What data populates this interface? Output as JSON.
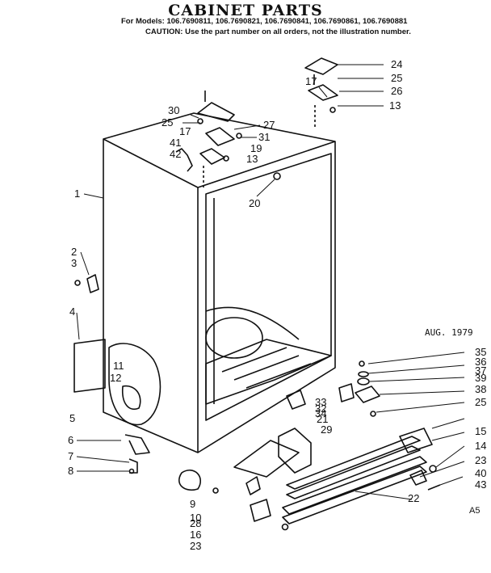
{
  "header": {
    "title": "CABINET PARTS",
    "models_line": "For Models: 106.7690811, 106.7690821, 106.7690841, 106.7690861, 106.7690881",
    "caution_line": "CAUTION: Use the part number on all orders, not the illustration number."
  },
  "date_stamp": "AUG. 1979",
  "diagram_code": "A5",
  "callouts": [
    {
      "id": "c1",
      "text": "1"
    },
    {
      "id": "c2",
      "text": "2"
    },
    {
      "id": "c3",
      "text": "3"
    },
    {
      "id": "c4",
      "text": "4"
    },
    {
      "id": "c5",
      "text": "5"
    },
    {
      "id": "c6",
      "text": "6"
    },
    {
      "id": "c7",
      "text": "7"
    },
    {
      "id": "c8",
      "text": "8"
    },
    {
      "id": "c9",
      "text": "9"
    },
    {
      "id": "c10",
      "text": "10"
    },
    {
      "id": "c11",
      "text": "11"
    },
    {
      "id": "c12",
      "text": "12"
    },
    {
      "id": "c13a",
      "text": "13"
    },
    {
      "id": "c13b",
      "text": "13"
    },
    {
      "id": "c14",
      "text": "14"
    },
    {
      "id": "c15",
      "text": "15"
    },
    {
      "id": "c16",
      "text": "16"
    },
    {
      "id": "c17a",
      "text": "17"
    },
    {
      "id": "c17b",
      "text": "17"
    },
    {
      "id": "c19",
      "text": "19"
    },
    {
      "id": "c20",
      "text": "20"
    },
    {
      "id": "c21",
      "text": "21"
    },
    {
      "id": "c22",
      "text": "22"
    },
    {
      "id": "c23a",
      "text": "23"
    },
    {
      "id": "c23b",
      "text": "23"
    },
    {
      "id": "c24",
      "text": "24"
    },
    {
      "id": "c25a",
      "text": "25"
    },
    {
      "id": "c25b",
      "text": "25"
    },
    {
      "id": "c25c",
      "text": "25"
    },
    {
      "id": "c26",
      "text": "26"
    },
    {
      "id": "c27",
      "text": "27"
    },
    {
      "id": "c28",
      "text": "28"
    },
    {
      "id": "c29",
      "text": "29"
    },
    {
      "id": "c30",
      "text": "30"
    },
    {
      "id": "c31",
      "text": "31"
    },
    {
      "id": "c32",
      "text": "32"
    },
    {
      "id": "c33",
      "text": "33"
    },
    {
      "id": "c34",
      "text": "34"
    },
    {
      "id": "c35",
      "text": "35"
    },
    {
      "id": "c36",
      "text": "36"
    },
    {
      "id": "c37",
      "text": "37"
    },
    {
      "id": "c38",
      "text": "38"
    },
    {
      "id": "c39",
      "text": "39"
    },
    {
      "id": "c40",
      "text": "40"
    },
    {
      "id": "c41",
      "text": "41"
    },
    {
      "id": "c42",
      "text": "42"
    },
    {
      "id": "c43",
      "text": "43"
    }
  ]
}
